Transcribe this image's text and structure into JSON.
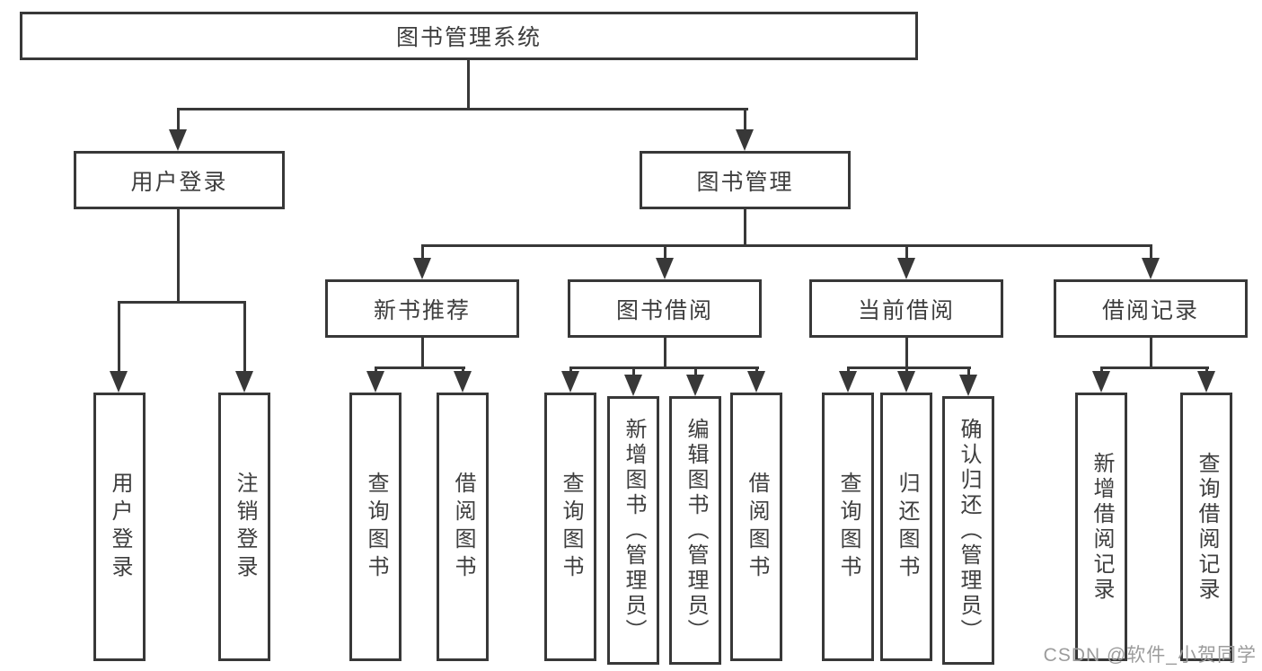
{
  "colors": {
    "line": "#383838",
    "text": "#3e3e3e",
    "watermark_color": "#9c9c9c",
    "background": "#ffffff"
  },
  "tree": {
    "root": {
      "label": "图书管理系统"
    },
    "branches": [
      {
        "label": "用户登录",
        "children": [
          {
            "label": "用户登录"
          },
          {
            "label": "注销登录"
          }
        ]
      },
      {
        "label": "图书管理",
        "children": [
          {
            "label": "新书推荐",
            "children": [
              {
                "label": "查询图书"
              },
              {
                "label": "借阅图书"
              }
            ]
          },
          {
            "label": "图书借阅",
            "children": [
              {
                "label": "查询图书"
              },
              {
                "label": "新增图书（管理员）"
              },
              {
                "label": "编辑图书（管理员）"
              },
              {
                "label": "借阅图书"
              }
            ]
          },
          {
            "label": "当前借阅",
            "children": [
              {
                "label": "查询图书"
              },
              {
                "label": "归还图书"
              },
              {
                "label": "确认归还（管理员）"
              }
            ]
          },
          {
            "label": "借阅记录",
            "children": [
              {
                "label": "新增借阅记录"
              },
              {
                "label": "查询借阅记录"
              }
            ]
          }
        ]
      }
    ]
  },
  "watermark": {
    "text": "CSDN @软件_小贺同学"
  }
}
